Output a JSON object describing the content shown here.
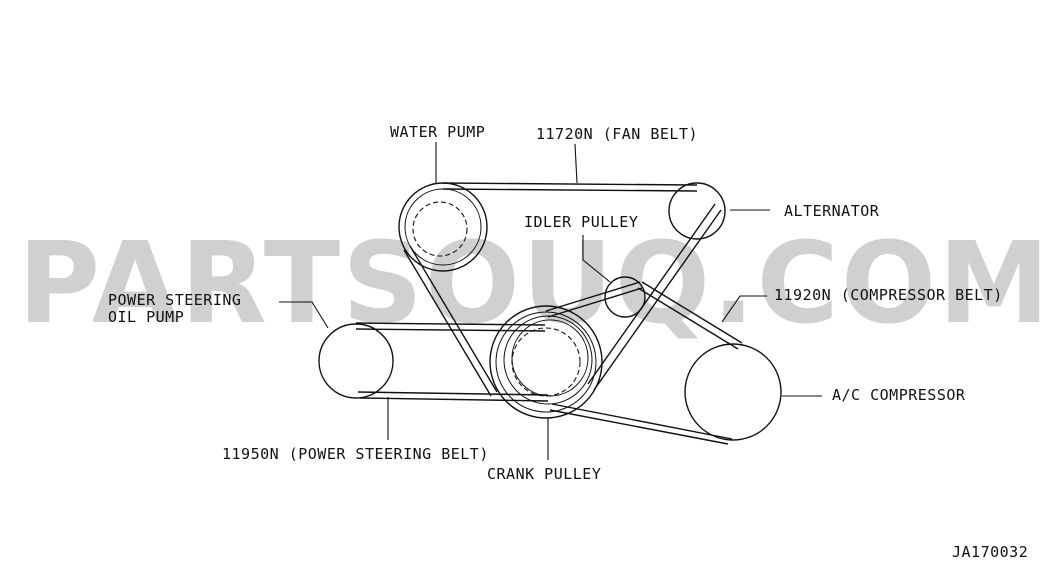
{
  "watermark": "PARTSOUQ.COM",
  "labels": {
    "water_pump": "WATER PUMP",
    "fan_belt": "11720N (FAN BELT)",
    "alternator": "ALTERNATOR",
    "idler_pulley": "IDLER PULLEY",
    "compressor_belt": "11920N (COMPRESSOR BELT)",
    "power_steering_line1": "POWER STEERING",
    "power_steering_line2": "OIL PUMP",
    "ac_compressor": "A/C COMPRESSOR",
    "power_steering_belt": "11950N (POWER STEERING BELT)",
    "crank_pulley": "CRANK PULLEY",
    "figure_code": "JA170032"
  },
  "colors": {
    "line": "#111111",
    "watermark": "#b4b4b4",
    "background": "#ffffff"
  }
}
